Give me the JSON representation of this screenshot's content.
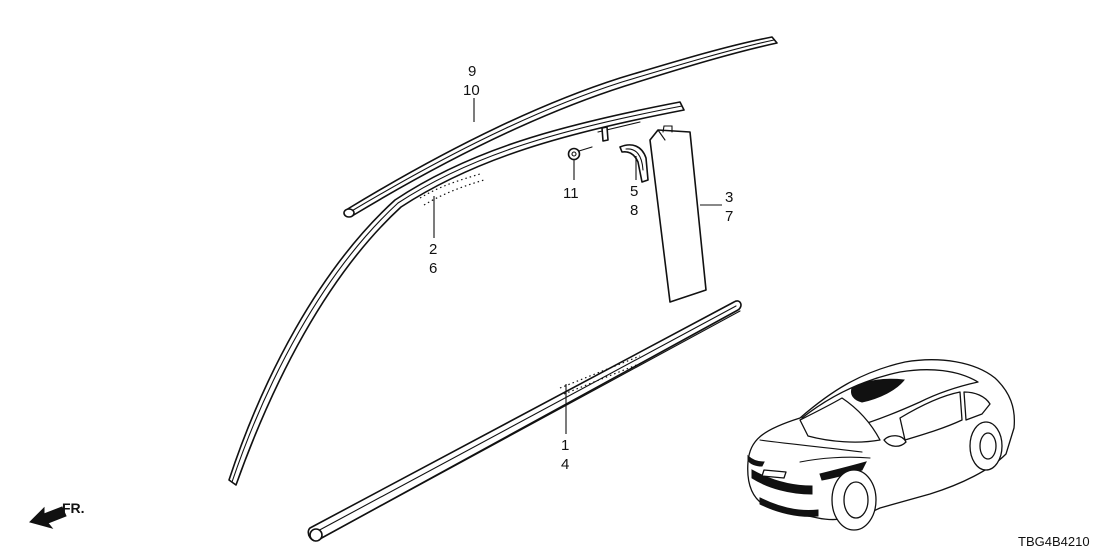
{
  "diagram": {
    "code": "TBG4B4210",
    "direction_label": "FR.",
    "callouts": [
      {
        "id": "c-9-10",
        "lines": [
          "9",
          "10"
        ]
      },
      {
        "id": "c-2-6",
        "lines": [
          "2",
          "6"
        ]
      },
      {
        "id": "c-11",
        "lines": [
          "11"
        ]
      },
      {
        "id": "c-5-8",
        "lines": [
          "5",
          "8"
        ]
      },
      {
        "id": "c-3-7",
        "lines": [
          "3",
          "7"
        ]
      },
      {
        "id": "c-1-4",
        "lines": [
          "1",
          "4"
        ]
      }
    ]
  }
}
